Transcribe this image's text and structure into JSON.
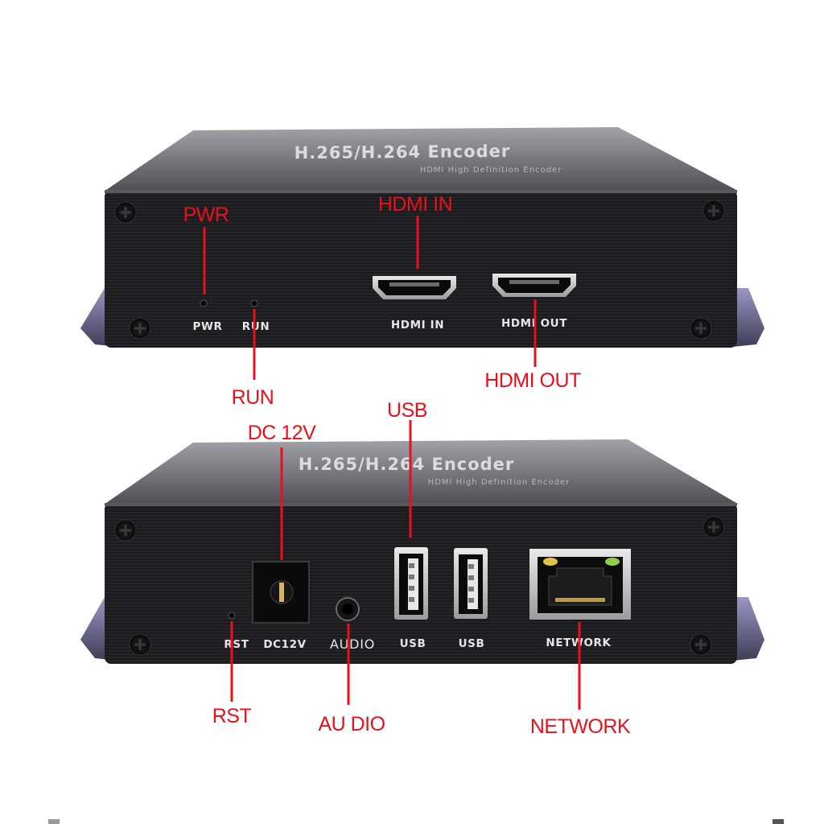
{
  "colors": {
    "callout": "#e8101a",
    "panel": "#1e1e21",
    "chassis_top": "#7c7d82",
    "port_metal": "#c9c9c9"
  },
  "front": {
    "top_title": "H.265/H.264 Encoder",
    "top_subtitle": "HDMI High Definition Encoder",
    "panel_labels": {
      "pwr": "PWR",
      "run": "RUN",
      "hdmi_in": "HDMI IN",
      "hdmi_out": "HDMI OUT"
    },
    "callouts": {
      "pwr": "PWR",
      "run": "RUN",
      "hdmi_in": "HDMI IN",
      "hdmi_out": "HDMI OUT"
    }
  },
  "back": {
    "top_title": "H.265/H.264 Encoder",
    "top_subtitle": "HDMI High Definition Encoder",
    "panel_labels": {
      "rst": "RST",
      "dc": "DC12V",
      "audio": "AUDIO",
      "usb1": "USB",
      "usb2": "USB",
      "network": "NETWORK"
    },
    "callouts": {
      "dc": "DC 12V",
      "usb": "USB",
      "rst": "RST",
      "audio": "AU DIO",
      "network": "NETWORK"
    }
  }
}
